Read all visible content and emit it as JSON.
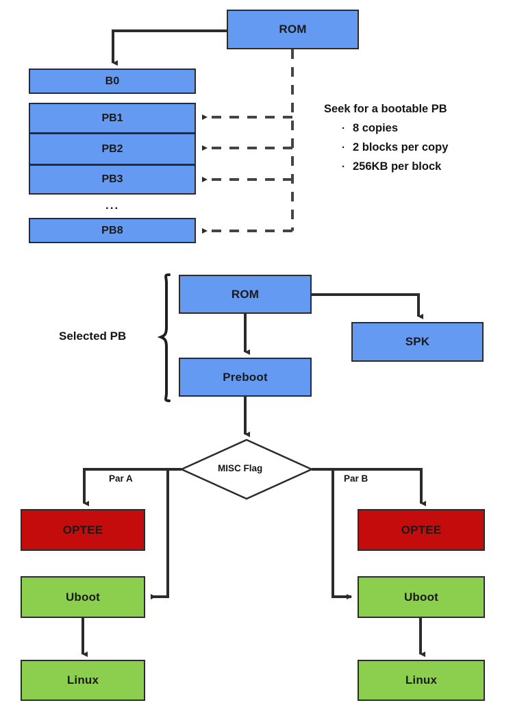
{
  "diagram": {
    "title": "Boot flow diagram",
    "colors": {
      "blue": "#659af2",
      "red": "#c40c0c",
      "green": "#8cce4e",
      "stroke": "#2b2b2b",
      "text": "#141414",
      "background": "#ffffff"
    }
  },
  "top_section": {
    "rom_label": "ROM",
    "b0_label": "B0",
    "blocks": [
      {
        "label": "PB1"
      },
      {
        "label": "PB2"
      },
      {
        "label": "PB3"
      },
      {
        "label": "PB8"
      }
    ],
    "ellipsis": "...",
    "note": {
      "title": "Seek for a bootable PB",
      "bullet_glyph": "·",
      "items": [
        "8 copies",
        "2 blocks per copy",
        "256KB per block"
      ]
    }
  },
  "middle_section": {
    "bracket_label": "Selected PB",
    "rom_label": "ROM",
    "preboot_label": "Preboot",
    "spk_label": "SPK"
  },
  "decision": {
    "label": "MISC Flag",
    "branch_left_label": "Par A",
    "branch_right_label": "Par B"
  },
  "branch_a": {
    "optee_label": "OPTEE",
    "uboot_label": "Uboot",
    "linux_label": "Linux"
  },
  "branch_b": {
    "optee_label": "OPTEE",
    "uboot_label": "Uboot",
    "linux_label": "Linux"
  }
}
